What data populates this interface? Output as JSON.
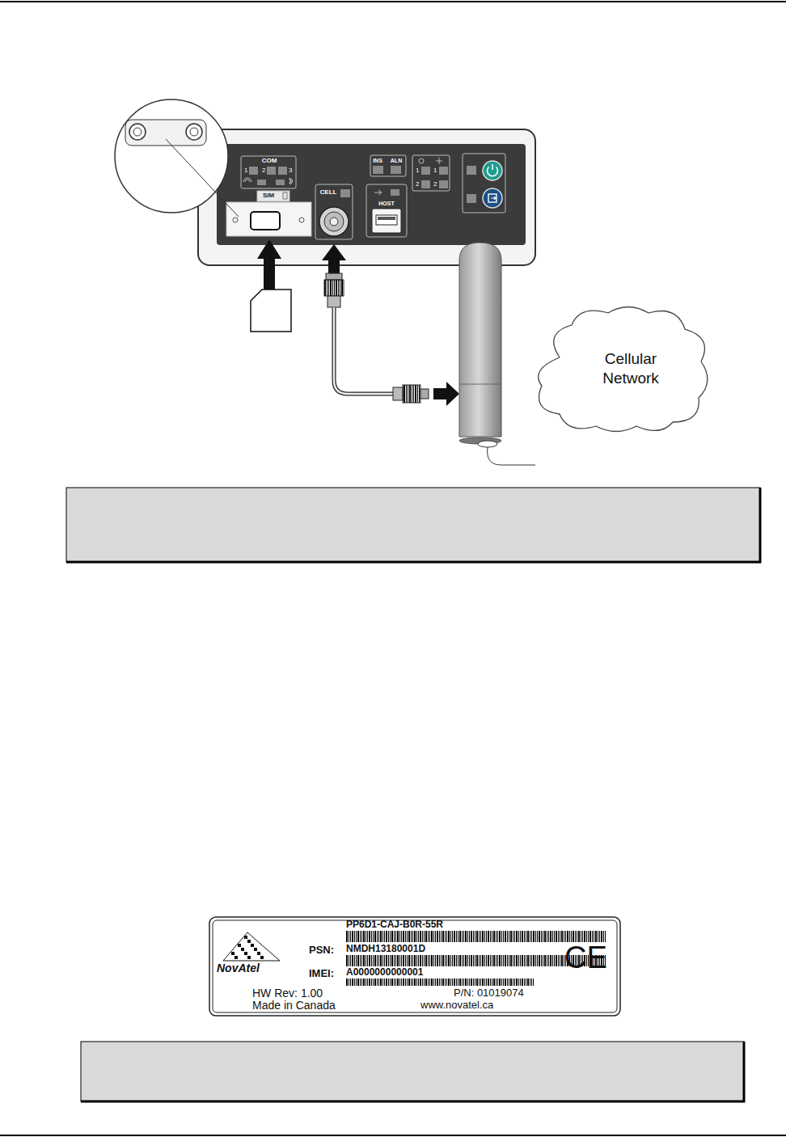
{
  "diagram": {
    "nodes": [
      {
        "text": [
          "Cellular Network"
        ]
      },
      {
        "text": [
          "PP6D1-CAJ-B0R-55R",
          "PSN:",
          "NMDH13180001D",
          "IMEI:",
          "A0000000000001",
          "HW Rev: 1.00",
          "Made in Canada",
          "P/N: 01019074",
          "www.novatel.ca",
          "CE",
          "NovAtel"
        ]
      }
    ],
    "labels": [
      "COM",
      "1",
      "2",
      "3",
      "INS",
      "ALN",
      "1",
      "1",
      "2",
      "2",
      "SIM",
      "CELL",
      "HOST"
    ]
  }
}
